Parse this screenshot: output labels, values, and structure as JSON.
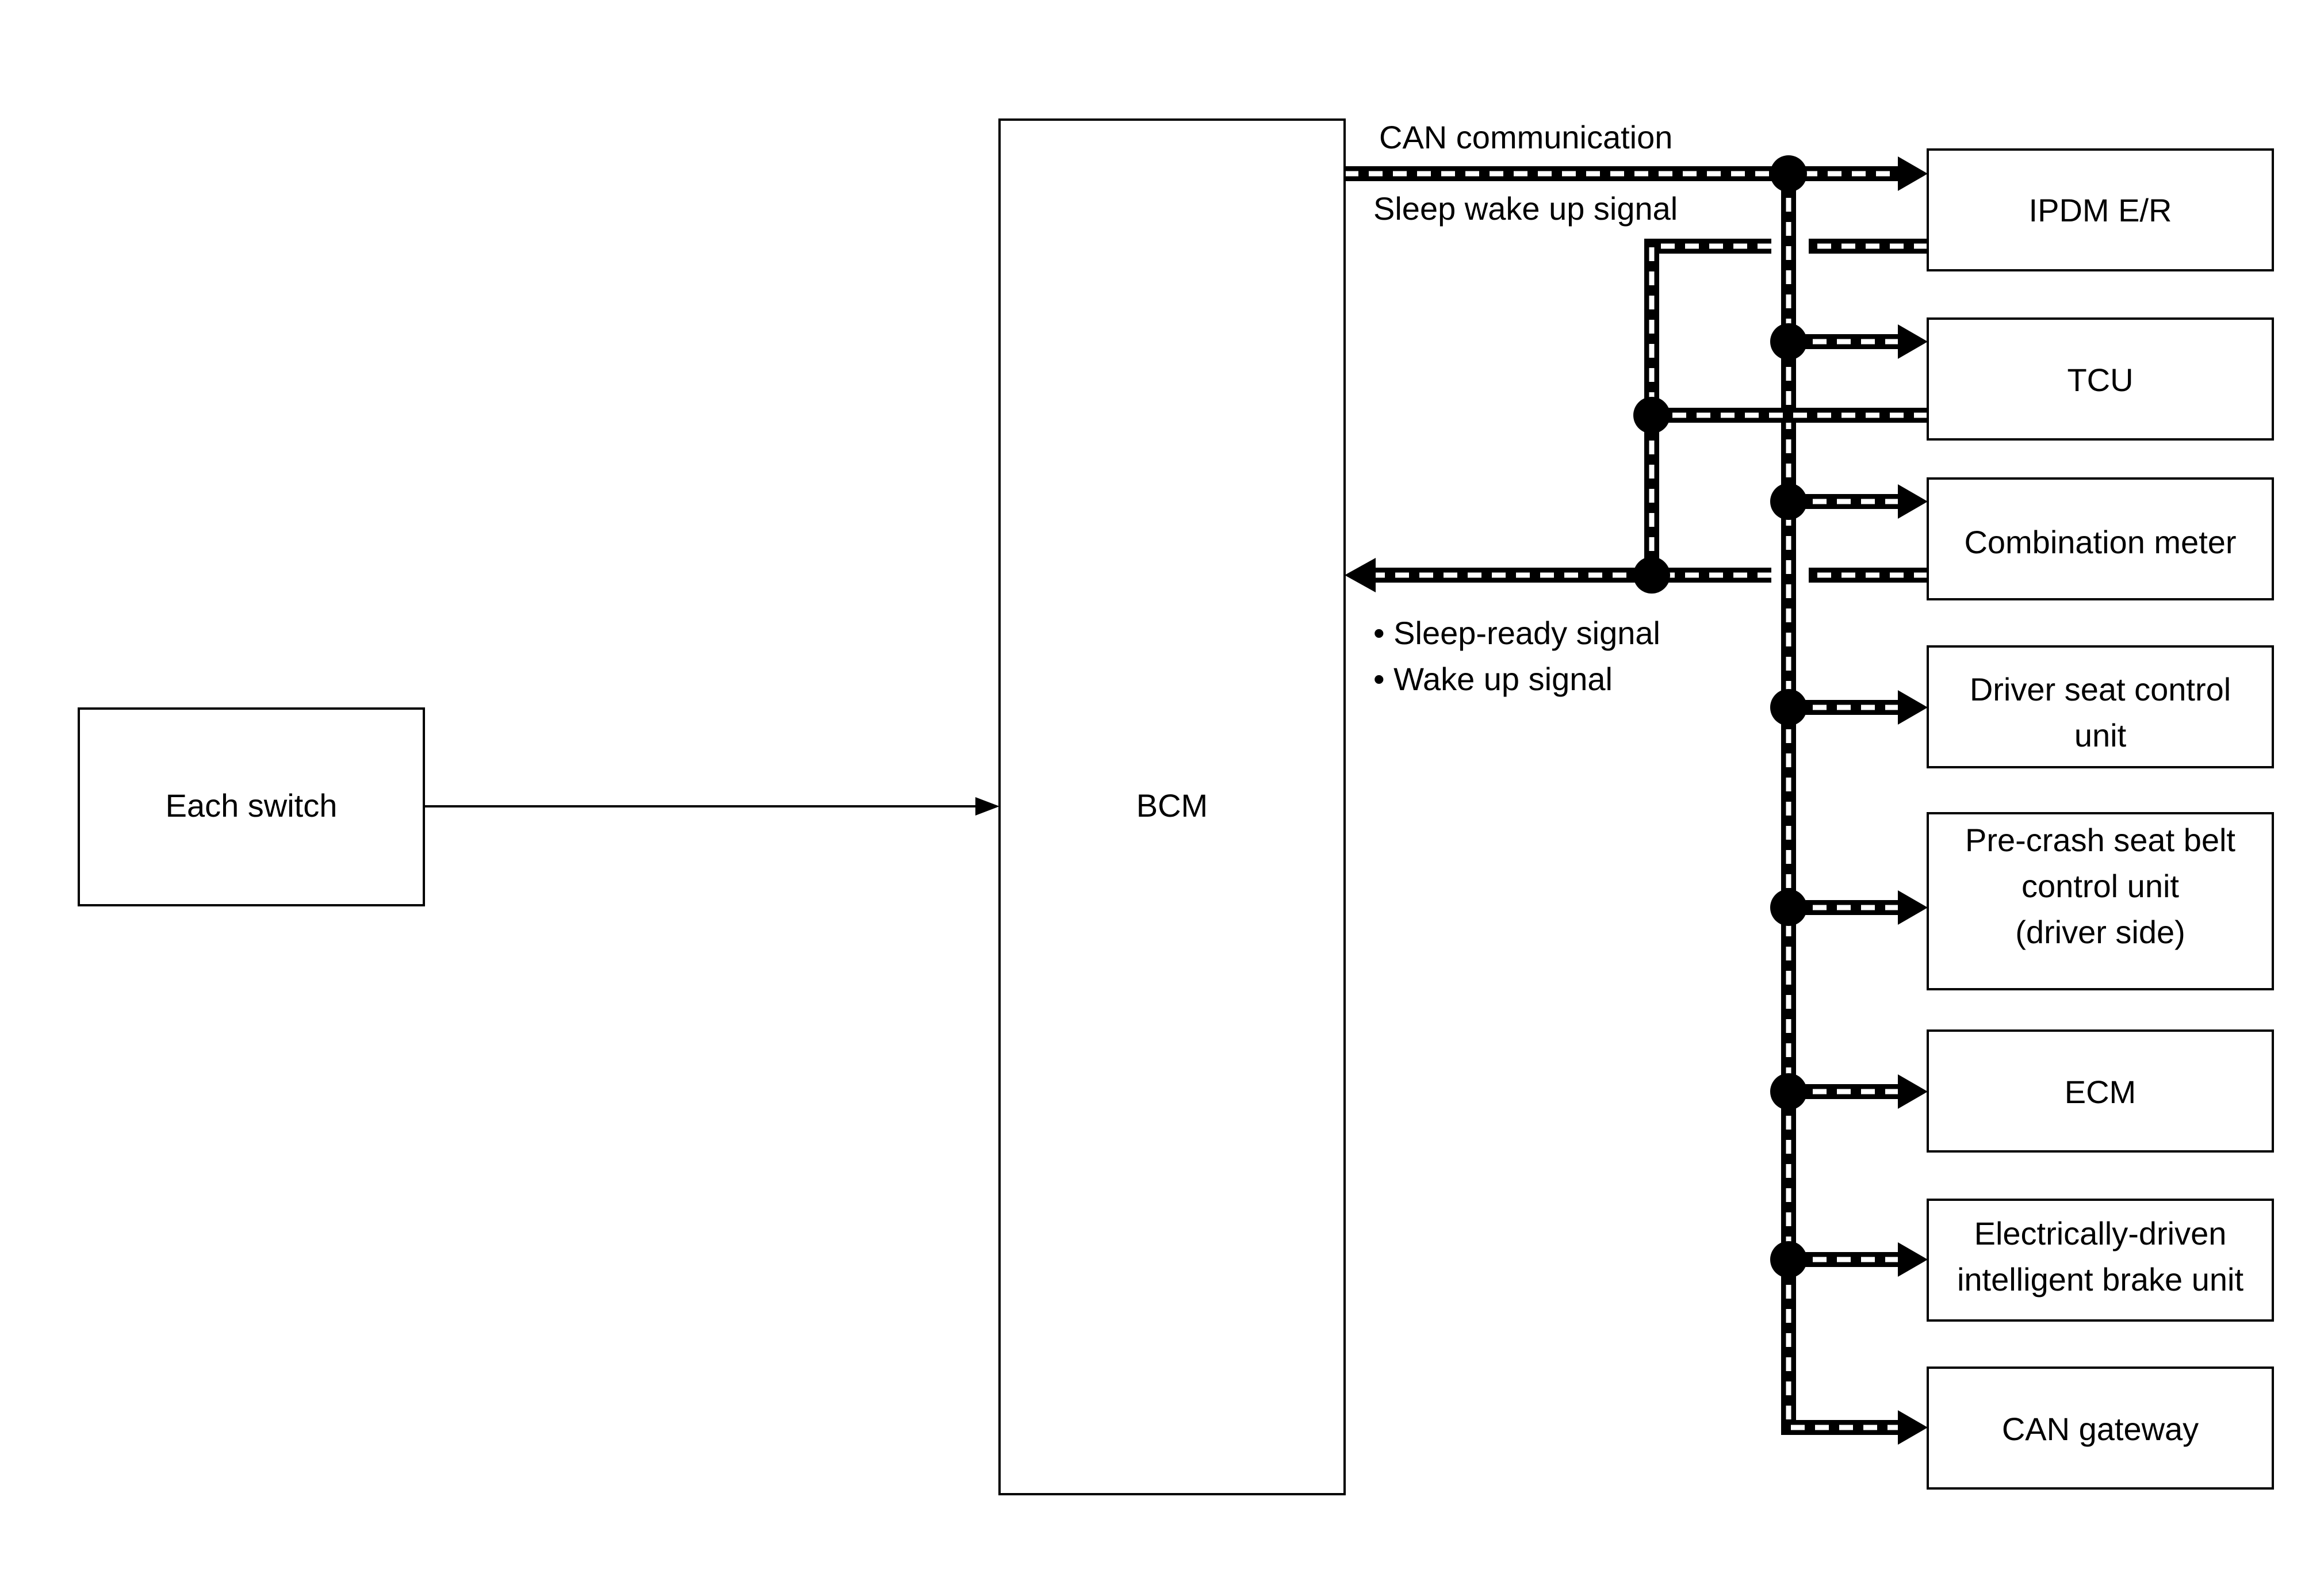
{
  "blocks": {
    "each_switch": "Each switch",
    "bcm": "BCM",
    "ipdm": "IPDM E/R",
    "tcu": "TCU",
    "combination_meter": "Combination meter",
    "driver_seat": [
      "Driver seat control",
      "unit"
    ],
    "pre_crash": [
      "Pre-crash seat belt",
      "control unit",
      "(driver side)"
    ],
    "ecm": "ECM",
    "brake_unit": [
      "Electrically-driven",
      "intelligent brake unit"
    ],
    "can_gateway": "CAN gateway"
  },
  "signals": {
    "can_communication": "CAN communication",
    "sleep_wake_up": "Sleep wake up signal",
    "sleep_ready": "• Sleep-ready signal",
    "wake_up": "• Wake up signal"
  },
  "colors": {
    "line": "#000000",
    "background": "#ffffff"
  }
}
